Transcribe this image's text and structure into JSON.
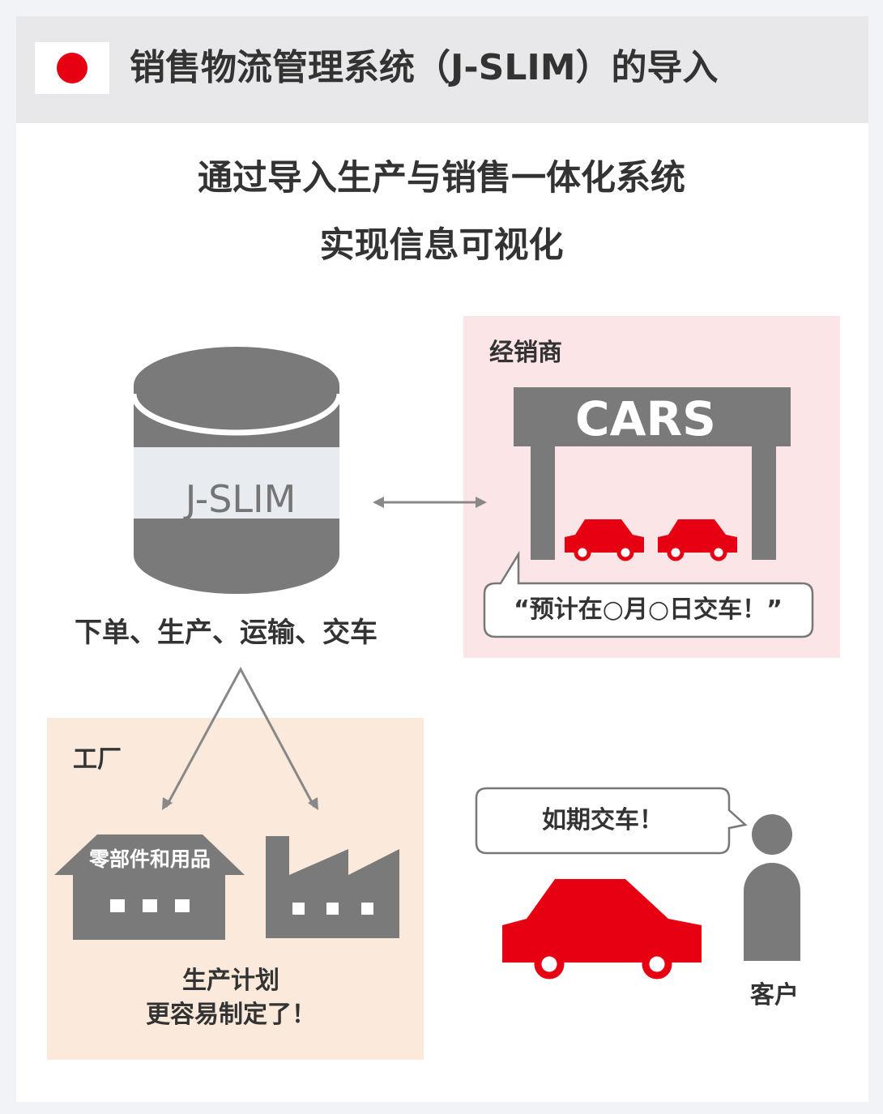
{
  "header": {
    "title": "销售物流管理系统（J-SLIM）的导入"
  },
  "headline": {
    "line1": "通过导入生产与销售一体化系统",
    "line2": "实现信息可视化"
  },
  "database": {
    "label": "J-SLIM",
    "caption": "下单、生产、运输、交车"
  },
  "dealer": {
    "label": "经销商",
    "sign": "CARS",
    "speech": "“预计在○月○日交车！”"
  },
  "factory": {
    "label": "工厂",
    "warehouse_label": "零部件和用品",
    "caption_line1": "生产计划",
    "caption_line2": "更容易制定了！"
  },
  "customer": {
    "speech": "如期交车！",
    "label": "客户"
  },
  "colors": {
    "accent_red": "#e60012",
    "icon_gray": "#7a7a7a",
    "dealer_bg": "#fbe5e7",
    "factory_bg": "#fbeadb"
  }
}
